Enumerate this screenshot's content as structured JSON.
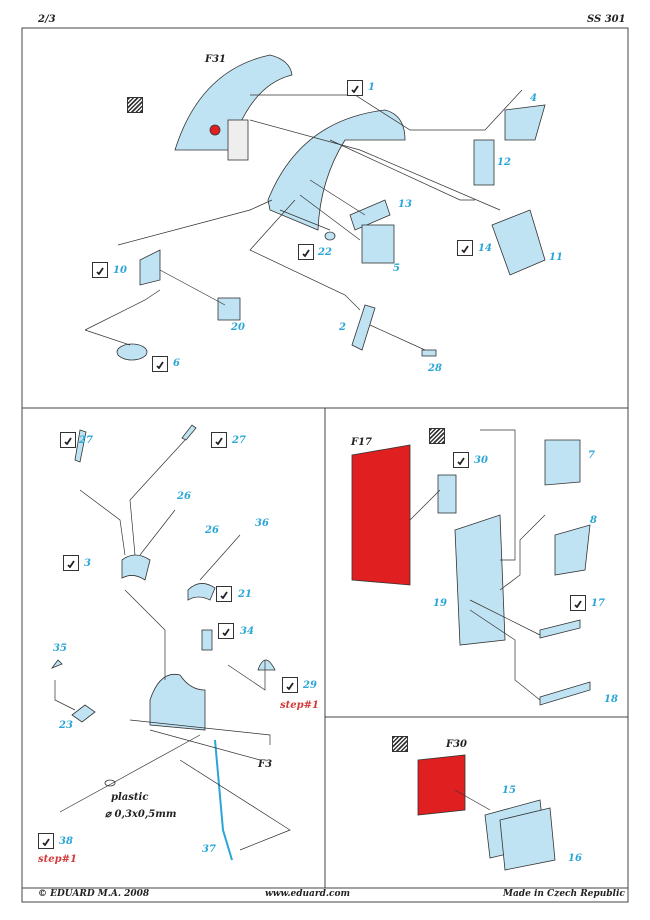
{
  "header": {
    "page": "2/3",
    "code": "SS 301"
  },
  "footer": {
    "copyright": "© EDUARD  M.A. 2008",
    "website": "www.eduard.com",
    "origin": "Made in Czech Republic"
  },
  "colors": {
    "part_blue": "#2aa6d6",
    "fill_blue": "#bfe3f2",
    "red": "#d33a3a",
    "etch_red": "#e02020"
  },
  "top_panel": {
    "ref": "F31",
    "parts": [
      "1",
      "4",
      "12",
      "13",
      "5",
      "22",
      "14",
      "11",
      "10",
      "20",
      "2",
      "28",
      "6"
    ]
  },
  "bottom_left": {
    "ref": "F3",
    "parts": [
      "27",
      "27",
      "26",
      "26",
      "36",
      "3",
      "21",
      "34",
      "35",
      "29",
      "23",
      "38",
      "37"
    ],
    "step1": "step#1",
    "step2": "step#1",
    "note_material": "plastic",
    "note_size": "⌀ 0,3x0,5mm"
  },
  "bottom_right": {
    "ref": "F17",
    "parts": [
      "30",
      "7",
      "8",
      "19",
      "17",
      "18"
    ]
  },
  "bottom_right_lower": {
    "ref": "F30",
    "parts": [
      "15",
      "16"
    ]
  }
}
